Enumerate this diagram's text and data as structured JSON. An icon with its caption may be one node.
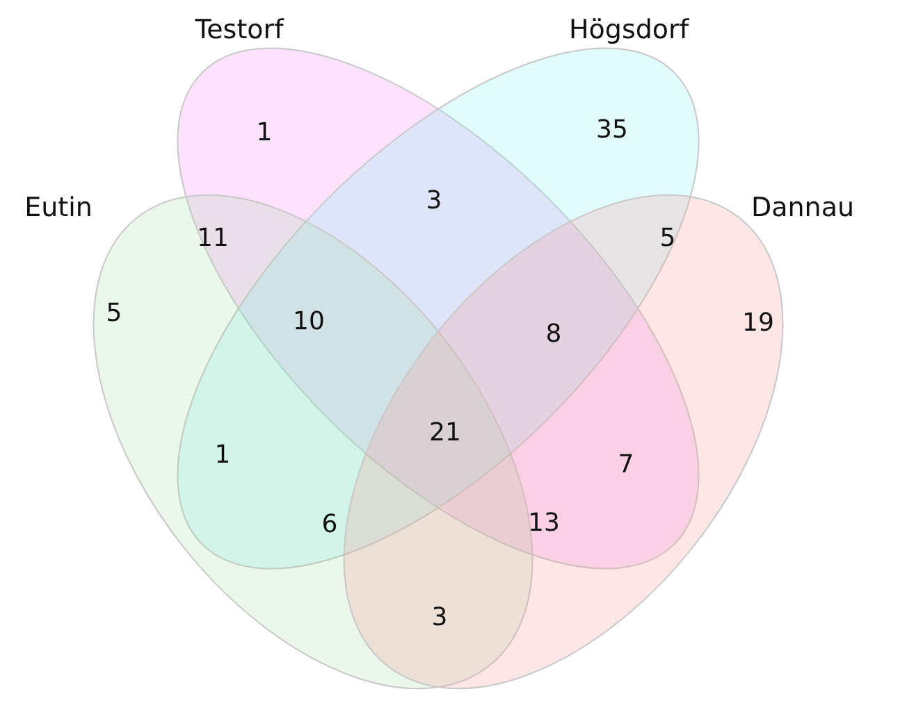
{
  "diagram": {
    "nodes": [
      {
        "text": [
          "Testorf"
        ]
      },
      {
        "text": [
          "Högsdorf"
        ]
      },
      {
        "text": [
          "Eutin"
        ]
      },
      {
        "text": [
          "Dannau"
        ]
      }
    ],
    "labels": [
      "1",
      "35",
      "3",
      "11",
      "5",
      "5",
      "10",
      "19",
      "8",
      "21",
      "1",
      "7",
      "6",
      "13",
      "3"
    ]
  }
}
